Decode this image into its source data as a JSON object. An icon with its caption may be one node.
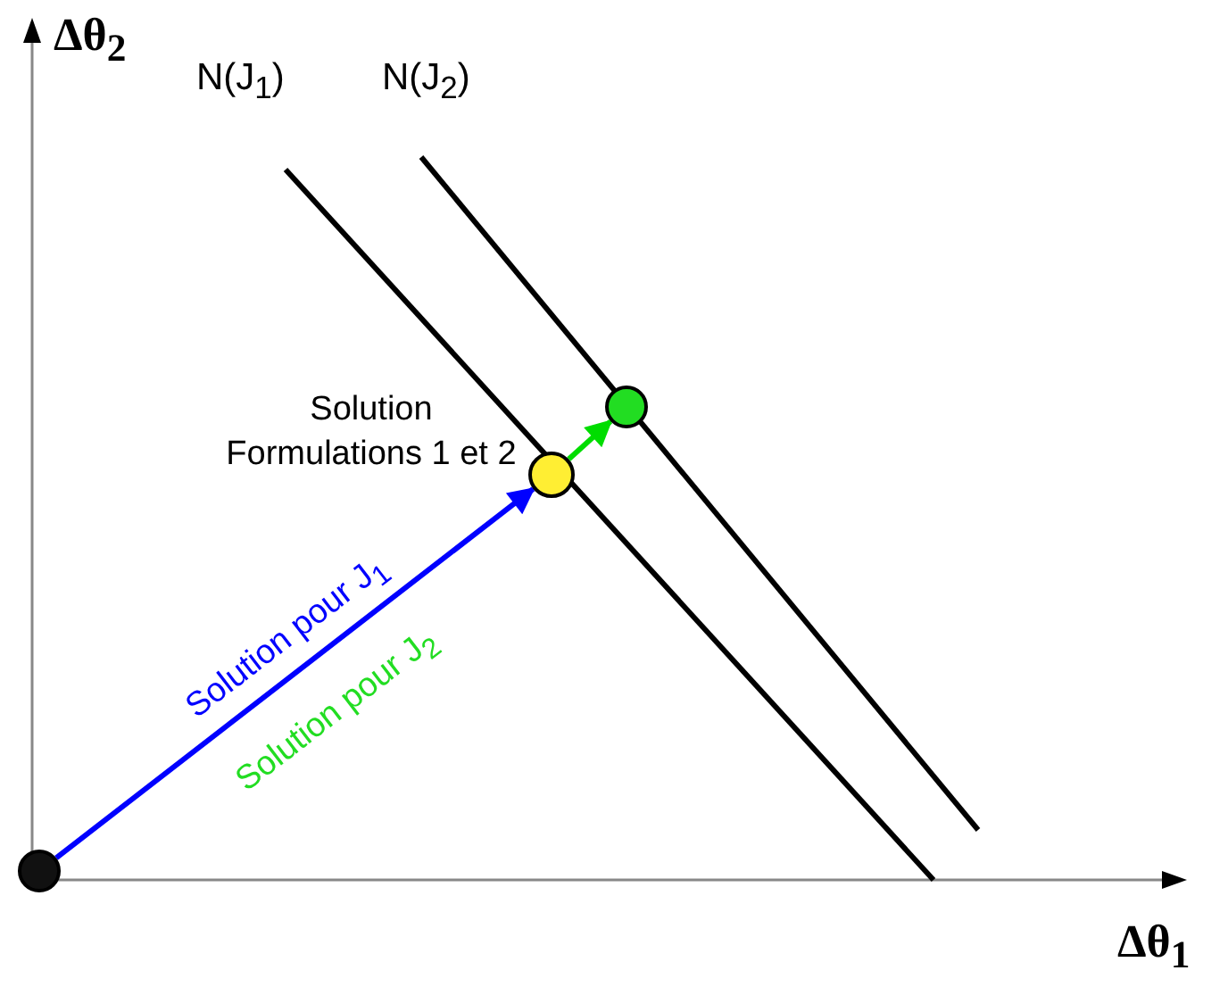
{
  "diagram": {
    "nodes": [
      {
        "text": [],
        "shape": "circle"
      },
      {
        "text": [],
        "shape": "circle",
        "beside": [
          "Solution Formulations 1 et 2"
        ]
      },
      {
        "text": [],
        "shape": "circle"
      }
    ],
    "edges": [
      {
        "from": 0,
        "to": 1,
        "arrow": "to",
        "label": "Solution pour J$_{1}$",
        "color": "#0000ff"
      },
      {
        "from": 1,
        "to": 2,
        "arrow": "to",
        "color": "#00dd00"
      }
    ],
    "labels": [
      "Δθ$_{2}$",
      "N(J$_{1}$)",
      "N(J$_{2}$)",
      "Solution pour J$_{2}$",
      "Δθ$_{1}$"
    ]
  }
}
